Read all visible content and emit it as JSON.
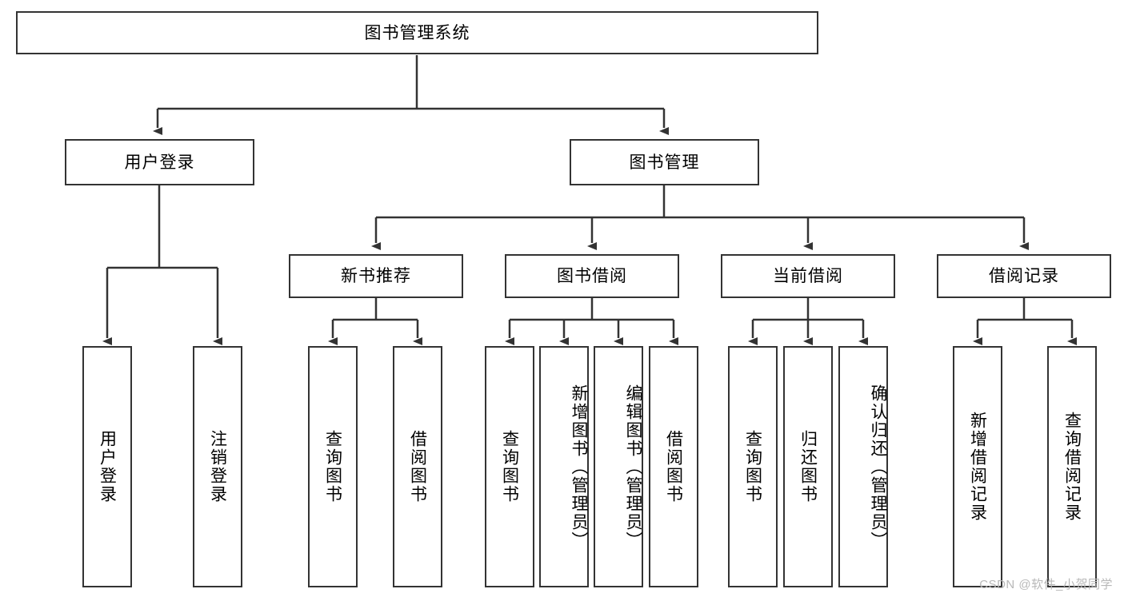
{
  "diagram": {
    "title": "图书管理系统",
    "type": "tree-hierarchy-diagram",
    "root": {
      "label": "图书管理系统"
    },
    "level2": [
      {
        "label": "用户登录"
      },
      {
        "label": "图书管理"
      }
    ],
    "level3": [
      {
        "label": "新书推荐"
      },
      {
        "label": "图书借阅"
      },
      {
        "label": "当前借阅"
      },
      {
        "label": "借阅记录"
      }
    ],
    "leaves": {
      "user_login": [
        {
          "label": "用户登录"
        },
        {
          "label": "注销登录"
        }
      ],
      "new_book_recommend": [
        {
          "label": "查询图书"
        },
        {
          "label": "借阅图书"
        }
      ],
      "book_borrow": [
        {
          "label": "查询图书"
        },
        {
          "label": "新增图书（管理员）"
        },
        {
          "label": "编辑图书（管理员）"
        },
        {
          "label": "借阅图书"
        }
      ],
      "current_borrow": [
        {
          "label": "查询图书"
        },
        {
          "label": "归还图书"
        },
        {
          "label": "确认归还（管理员）"
        }
      ],
      "borrow_record": [
        {
          "label": "新增借阅记录"
        },
        {
          "label": "查询借阅记录"
        }
      ]
    }
  },
  "watermark": {
    "text": "CSDN @软件_小贺同学"
  },
  "colors": {
    "stroke": "#333333",
    "background": "#ffffff",
    "text": "#000000",
    "watermark": "#b8b8b8"
  }
}
